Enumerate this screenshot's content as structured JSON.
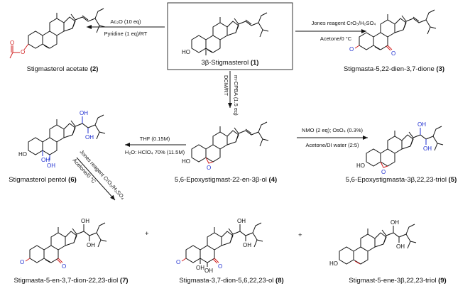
{
  "compounds": {
    "c1": {
      "name": "3β-Stigmasterol",
      "number": "(1)"
    },
    "c2": {
      "name": "Stigmasterol acetate",
      "number": "(2)"
    },
    "c3": {
      "name": "Stigmasta-5,22-dien-3,7-dione",
      "number": "(3)"
    },
    "c4": {
      "name": "5,6-Epoxystigmast-22-en-3β-ol",
      "number": "(4)"
    },
    "c5": {
      "name": "5,6-Epoxystigmasta-3β,22,23-triol",
      "number": "(5)"
    },
    "c6": {
      "name": "Stigmasterol pentol",
      "number": "(6)"
    },
    "c7": {
      "name": "Stigmasta-5-en-3,7-dion-22,23-diol",
      "number": "(7)"
    },
    "c8": {
      "name": "Stigmasta-3,7-dion-5,6,22,23-ol",
      "number": "(8)"
    },
    "c9": {
      "name": "Stigmast-5-ene-3β,22,23-triol",
      "number": "(9)"
    }
  },
  "reactions": {
    "r1_top": "Ac₂O (10 eq)",
    "r1_bottom": "Pyridine (1 eq)/RT",
    "r2_top": "Jones reagent CrO₃/H₂SO₄",
    "r2_bottom": "Acetone/0 °C",
    "r3_left": "DCM/RT",
    "r3_right": "m-CPBA (1.5 eq)",
    "r4_top": "NMO (2 eq); OsO₄ (0.3%)",
    "r4_bottom": "Acetone/DI water (2:5)",
    "r5_top": "THF (0.15M)",
    "r5_bottom": "H₂O: HClO₄ 70% (11.5M)",
    "r6_top": "Jones reagent CrO₃/H₂SO₄",
    "r6_bottom": "Acetone/0 °C"
  },
  "plus_sign": "+",
  "atoms": {
    "ho": "HO",
    "oh": "OH",
    "o": "O"
  },
  "colors": {
    "blue": "#1f2fd0",
    "red": "#d01f1f"
  }
}
